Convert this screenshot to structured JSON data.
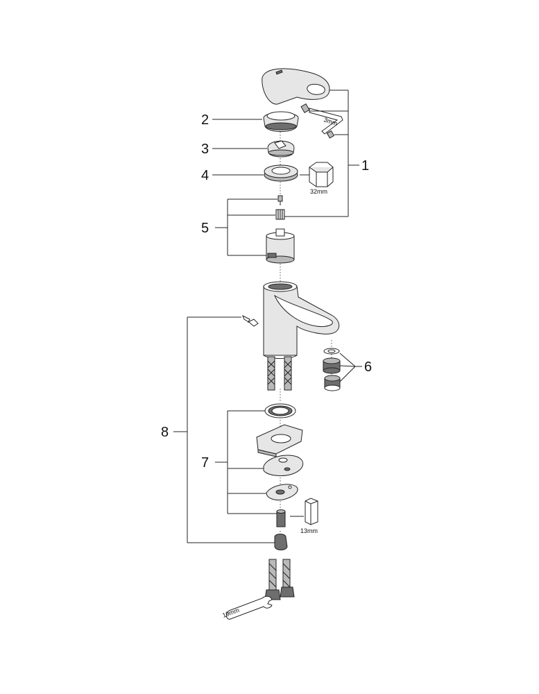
{
  "callouts": {
    "c1": "1",
    "c2": "2",
    "c3": "3",
    "c4": "4",
    "c5": "5",
    "c6": "6",
    "c7": "7",
    "c8": "8"
  },
  "tool_sizes": {
    "allen_key": "3mm",
    "cartridge_nut_wrench": "32mm",
    "fixing_nut_wrench": "13mm",
    "hose_wrench": "19mm"
  },
  "colors": {
    "line": "#222222",
    "light_fill": "#e6e6e6",
    "mid_fill": "#b9b9b9",
    "dark_fill": "#6e6e6e"
  }
}
